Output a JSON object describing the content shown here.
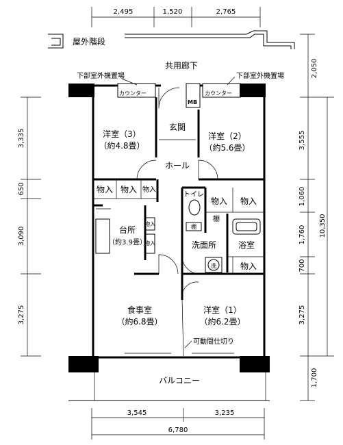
{
  "dimensions": {
    "top": [
      "2,495",
      "1,520",
      "2,765"
    ],
    "bottom": [
      "3,545",
      "3,235"
    ],
    "bottom_total": "6,780",
    "left": [
      "3,335",
      "650",
      "3,090",
      "3,275"
    ],
    "right": [
      "2,050",
      "3,555",
      "1,060",
      "1,760",
      "700",
      "3,275",
      "1,700"
    ],
    "right_total": "10,350"
  },
  "labels": {
    "stairs": "屋外階段",
    "corridor": "共用廊下",
    "ac_left": "下部室外機置場",
    "ac_right": "下部室外機置場",
    "counter_left": "カウンター",
    "counter_right": "カウンター",
    "mb": "MB",
    "entrance": "玄関",
    "hall": "ホール",
    "western3_name": "洋室（3）",
    "western3_size": "（約4.8畳）",
    "western2_name": "洋室（2）",
    "western2_size": "（約5.6畳）",
    "storage": "物入",
    "toilet": "トイレ",
    "shelf": "棚",
    "kitchen_name": "台所",
    "kitchen_size": "（約3.9畳）",
    "washroom": "洗面所",
    "bath": "浴室",
    "washer": "洗",
    "dining_name": "食事室",
    "dining_size": "（約6.8畳）",
    "western1_name": "洋室（1）",
    "western1_size": "（約6.2畳）",
    "partition": "可動間仕切り",
    "balcony": "バルコニー"
  }
}
